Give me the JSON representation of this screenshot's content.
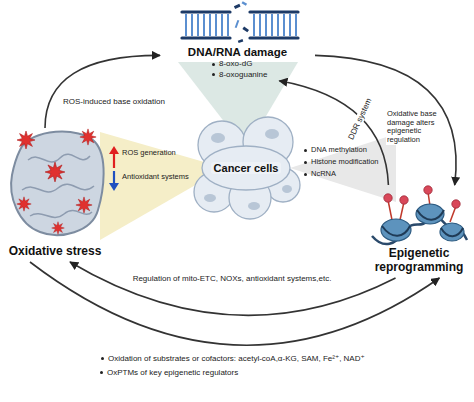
{
  "diagram": {
    "nodes": [
      {
        "text": [
          "DNA/RNA damage",
          "8-oxo-dG",
          "8-oxoguanine"
        ]
      },
      {
        "text": [
          "Oxidative stress"
        ]
      },
      {
        "text": [
          "Cancer cells"
        ]
      },
      {
        "text": [
          "Epigenetic reprogramming"
        ]
      }
    ],
    "edges": [
      {
        "from": 1,
        "to": 0,
        "arrow": "to",
        "label": "ROS-induced base oxidation"
      },
      {
        "from": 0,
        "to": 3,
        "arrow": "to",
        "label": "Oxidative base damage alters epigenetic regulation"
      },
      {
        "from": 3,
        "to": 0,
        "arrow": "to",
        "label": "DDR system"
      },
      {
        "from": 3,
        "to": 1,
        "arrow": "to",
        "label": "Regulation of mito-ETC, NOXs, antioxidant systems,etc."
      },
      {
        "from": 1,
        "to": 3,
        "arrow": "to",
        "label": "Oxidation of substrates or cofactors: acetyl-coA,α-KG, SAM, Fe²⁺, NAD⁺"
      }
    ],
    "labels": [
      "ROS generation",
      "Antioxidant systems",
      "DNA methylation",
      "Histone modification",
      "NcRNA",
      "OxPTMs of key epigenetic regulators"
    ]
  }
}
